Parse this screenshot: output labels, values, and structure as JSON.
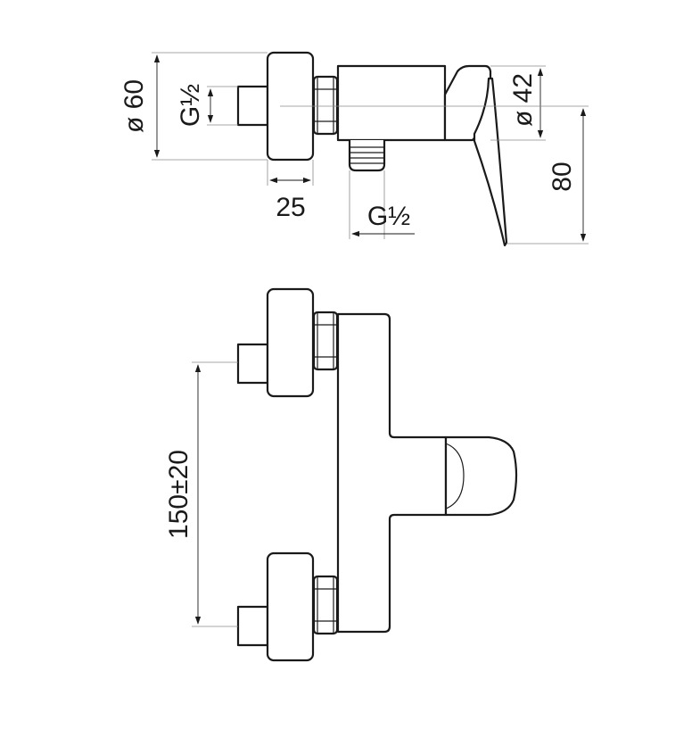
{
  "dimensions": {
    "flange_diameter": "ø 60",
    "inlet_thread_vertical": "G½",
    "flange_depth": "25",
    "outlet_thread": "G½",
    "handle_diameter": "ø 42",
    "height_total": "80",
    "inlet_spacing": "150±20"
  },
  "colors": {
    "line": "#1a1a1a",
    "extension": "#8a8a8a",
    "background": "#ffffff"
  }
}
